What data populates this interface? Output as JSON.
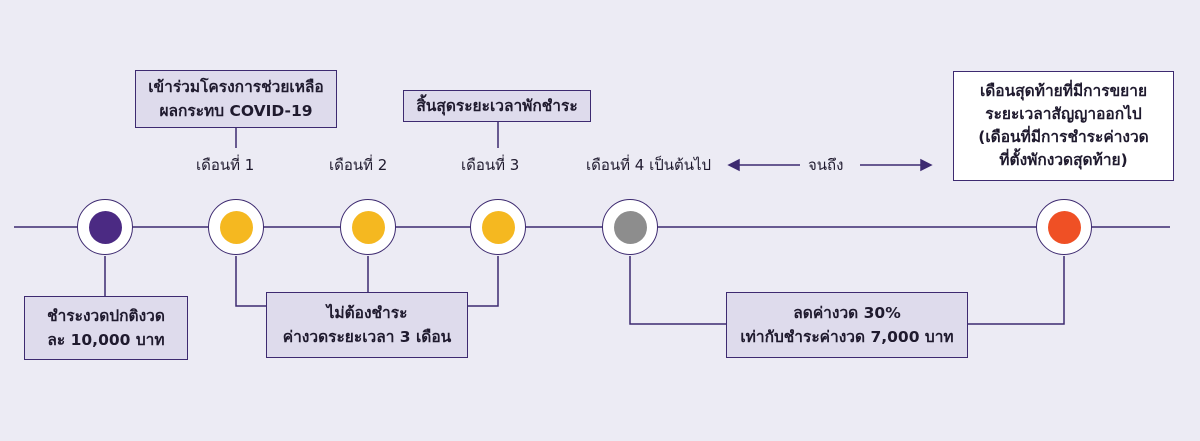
{
  "colors": {
    "line": "#3d2a70",
    "background": "#ecebf4",
    "dot_normal": "#4b2a83",
    "dot_relief": "#f5b820",
    "dot_discount": "#8d8d8d",
    "dot_final": "#ef5025"
  },
  "boxes": {
    "join_program": [
      "เข้าร่วมโครงการช่วยเหลือ",
      "ผลกระทบ COVID-19"
    ],
    "end_grace": "สิ้นสุดระยะเวลาพักชำระ",
    "final_month": [
      "เดือนสุดท้ายที่มีการขยาย",
      "ระยะเวลาสัญญาออกไป",
      "(เดือนที่มีการชำระค่างวด",
      "ที่ตั้งพักงวดสุดท้าย)"
    ],
    "normal_payment": [
      "ชำระงวดปกติงวด",
      "ละ 10,000 บาท"
    ],
    "no_payment": [
      "ไม่ต้องชำระ",
      "ค่างวดระยะเวลา 3 เดือน"
    ],
    "discount": [
      "ลดค่างวด 30%",
      "เท่ากับชำระค่างวด 7,000 บาท"
    ]
  },
  "month_labels": {
    "m1": "เดือนที่ 1",
    "m2": "เดือนที่ 2",
    "m3": "เดือนที่ 3",
    "m4": "เดือนที่ 4 เป็นต้นไป",
    "until": "จนถึง"
  }
}
